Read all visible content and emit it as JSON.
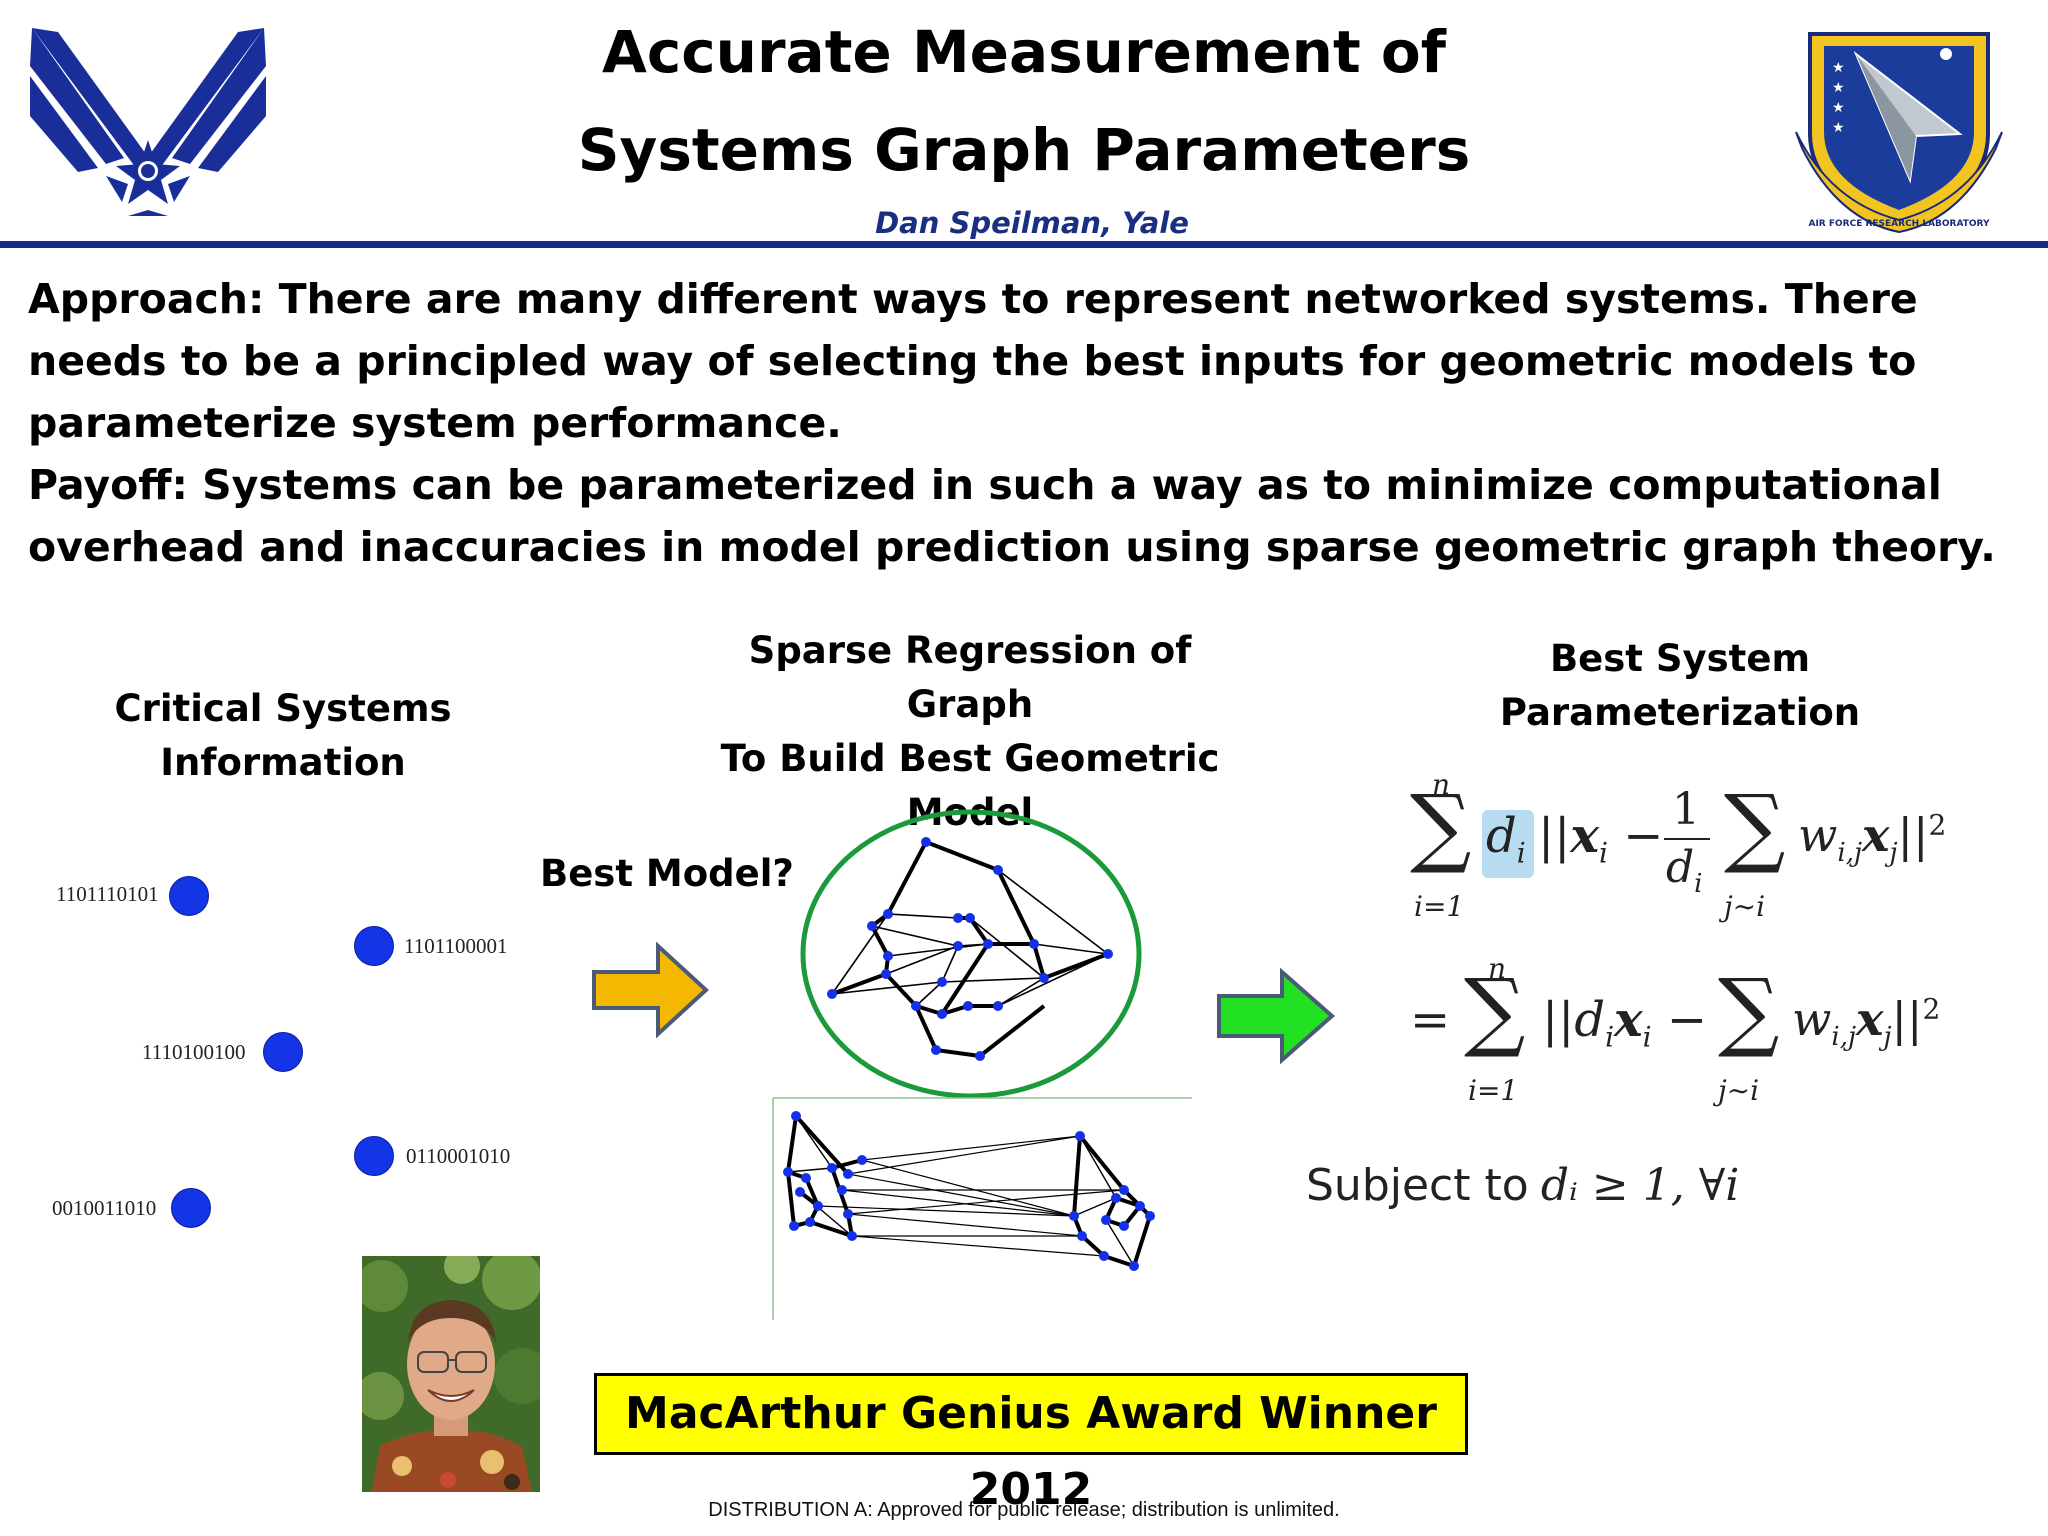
{
  "header": {
    "title_line1": "Accurate Measurement of",
    "title_line2": "Systems Graph Parameters",
    "author": "Dan Speilman, Yale",
    "left_logo": "air-force-wings-logo",
    "right_logo": {
      "name": "afrl-shield-logo",
      "text": "AIR FORCE RESEARCH LABORATORY"
    }
  },
  "body": {
    "approach": "Approach: There are many different ways to represent networked systems. There needs to be a principled way of selecting the best inputs for geometric models to parameterize system performance.",
    "payoff": "Payoff: Systems can be parameterized in such a way as to minimize computational overhead and inaccuracies in model prediction using sparse geometric graph theory."
  },
  "diagram": {
    "critical_heading_line1": "Critical Systems",
    "critical_heading_line2": "Information",
    "binary_nodes": [
      {
        "label": "1101110101"
      },
      {
        "label": "1101100001"
      },
      {
        "label": "1110100100"
      },
      {
        "label": "0110001010"
      },
      {
        "label": "0010011010"
      }
    ],
    "best_model_label": "Best Model?",
    "sparse_heading_line1": "Sparse Regression of Graph",
    "sparse_heading_line2": "To Build Best Geometric",
    "sparse_heading_line3": "Model",
    "best_heading_line1": "Best System",
    "best_heading_line2": "Parameterization",
    "subject_label": "Subject to",
    "subject_math": "dᵢ ≥ 1, ∀i",
    "colors": {
      "node_blue": "#1435e6",
      "orange_arrow": "#f5b800",
      "green_arrow": "#22e022",
      "ellipse_green": "#1a9a3a",
      "highlight": "#b8dcef"
    }
  },
  "award": "MacArthur Genius Award Winner 2012",
  "footer": "DISTRIBUTION A:  Approved for public release; distribution is unlimited."
}
